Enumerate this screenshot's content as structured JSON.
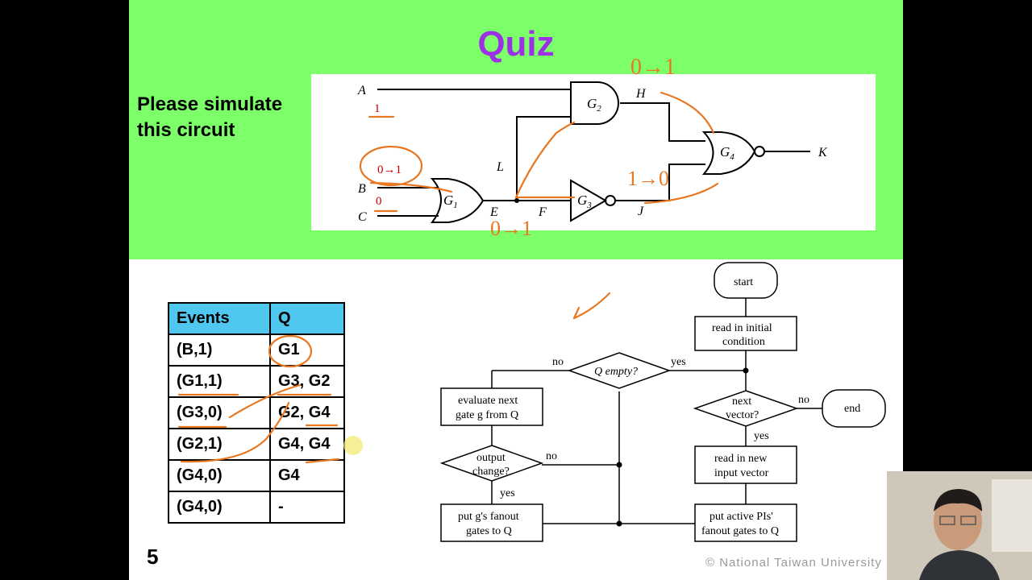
{
  "slide": {
    "title": "Quiz",
    "prompt_lines": [
      "Please simulate",
      "this circuit"
    ],
    "page_number": "5",
    "copyright": "© National  Taiwan University"
  },
  "circuit": {
    "inputs": {
      "A": "A",
      "B": "B",
      "C": "C"
    },
    "nets": {
      "L": "L",
      "E": "E",
      "F": "F",
      "H": "H",
      "J": "J",
      "K": "K"
    },
    "gates": {
      "g1": "G",
      "g1_sub": "1",
      "g2": "G",
      "g2_sub": "2",
      "g3": "G",
      "g3_sub": "3",
      "g4": "G",
      "g4_sub": "4"
    },
    "values": {
      "a_value": "1",
      "b_value": "0→1",
      "c_value": "0"
    }
  },
  "events_table": {
    "headers": [
      "Events",
      "Q"
    ],
    "rows": [
      {
        "event": "(B,1)",
        "q": "G1"
      },
      {
        "event": "(G1,1)",
        "q": "G3, G2"
      },
      {
        "event": "(G3,0)",
        "q": "G2, G4"
      },
      {
        "event": "(G2,1)",
        "q": "G4, G4"
      },
      {
        "event": "(G4,0)",
        "q": "G4"
      },
      {
        "event": "(G4,0)",
        "q": "-"
      }
    ]
  },
  "flowchart": {
    "start": "start",
    "read_initial": [
      "read in initial",
      "condition"
    ],
    "q_empty": "Q empty?",
    "yes": "yes",
    "no": "no",
    "evaluate": [
      "evaluate next",
      "gate g from Q"
    ],
    "output_change": [
      "output",
      "change?"
    ],
    "fanout": [
      "put g's fanout",
      "gates to Q"
    ],
    "next_vector": [
      "next",
      "vector?"
    ],
    "end": "end",
    "read_new": [
      "read in new",
      "input vector"
    ],
    "active_pis": [
      "put active PIs'",
      "fanout gates to Q"
    ]
  },
  "handwriting": {
    "h_change": "0→1",
    "j_change": "1→0",
    "f_change": "0→1",
    "check": "✓"
  },
  "colors": {
    "banner": "#7dff6a",
    "title": "#9b30e6",
    "table_header": "#4fc7ee",
    "ink": "#e87722",
    "red": "#cc0000"
  }
}
